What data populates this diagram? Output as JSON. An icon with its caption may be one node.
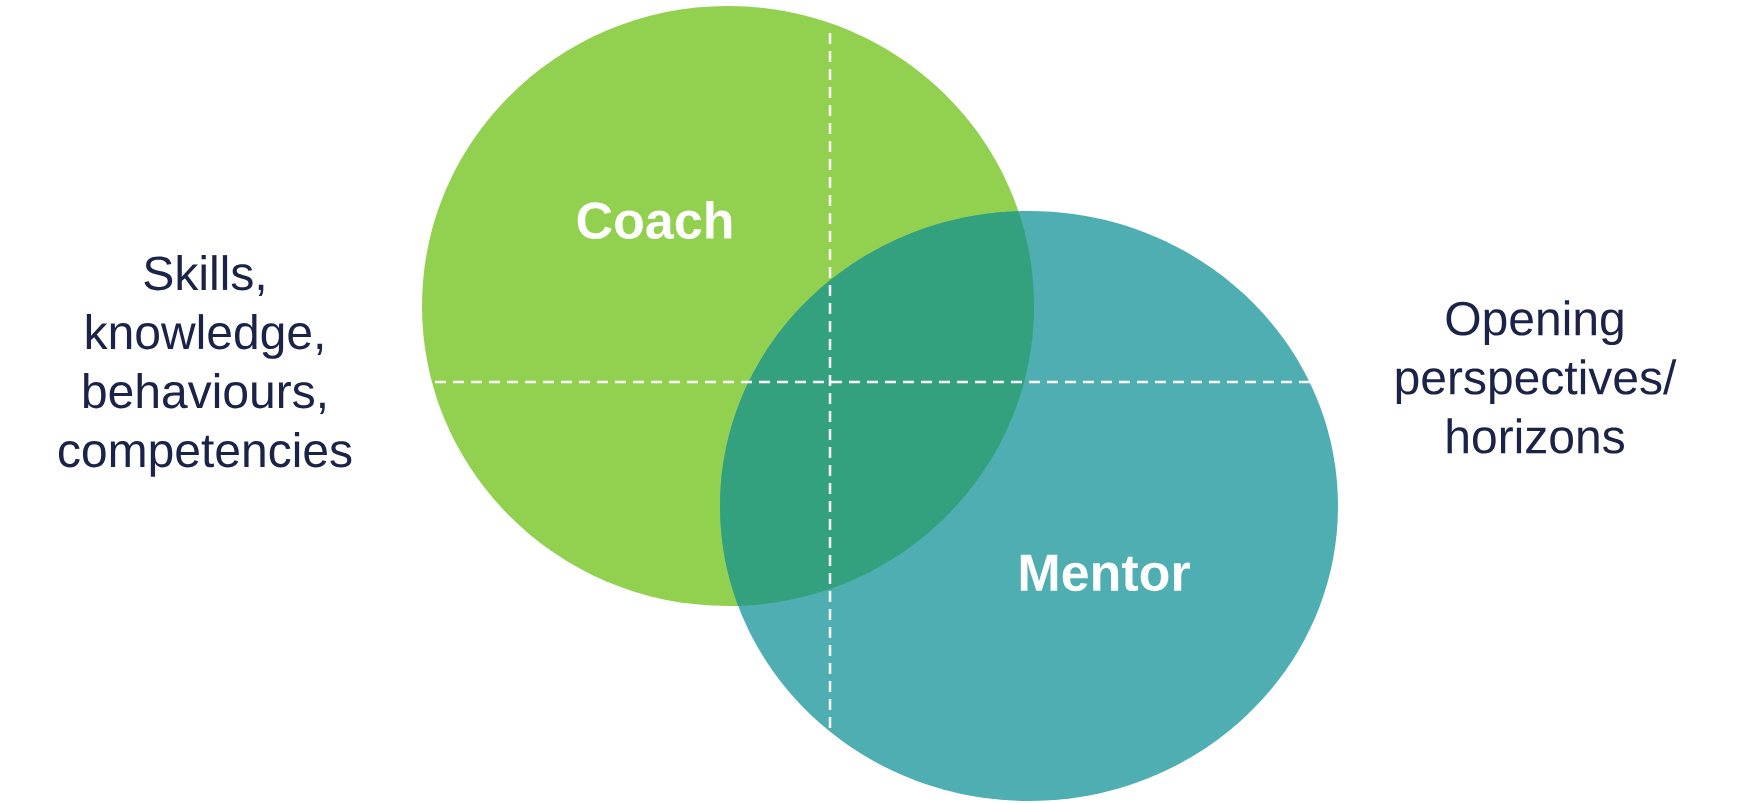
{
  "diagram": {
    "nodes": [
      {
        "text": [
          "Coach"
        ]
      },
      {
        "text": [
          "Mentor"
        ]
      }
    ],
    "labels": [
      "Skills, knowledge, behaviours, competencies",
      "Opening perspectives/ horizons"
    ]
  }
}
